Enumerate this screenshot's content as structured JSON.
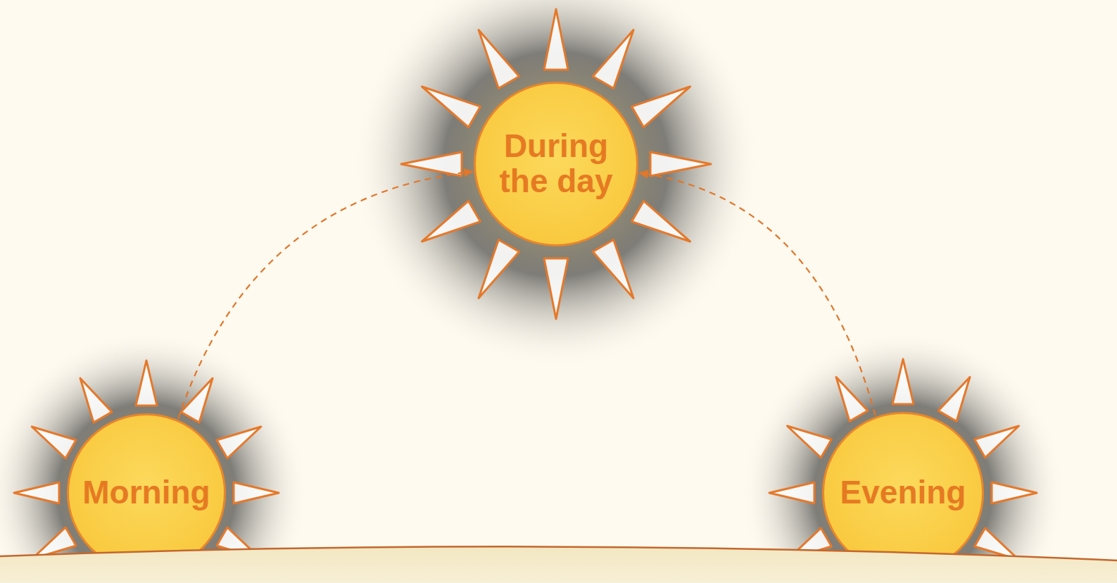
{
  "diagram": {
    "nodes": [
      {
        "text": [
          "Morning"
        ]
      },
      {
        "text": [
          "During the day"
        ]
      },
      {
        "text": [
          "Evening"
        ]
      }
    ],
    "edges": [
      {
        "from": 0,
        "to": 1,
        "arrow": "to"
      },
      {
        "from": 2,
        "to": 1,
        "arrow": "to"
      }
    ]
  }
}
